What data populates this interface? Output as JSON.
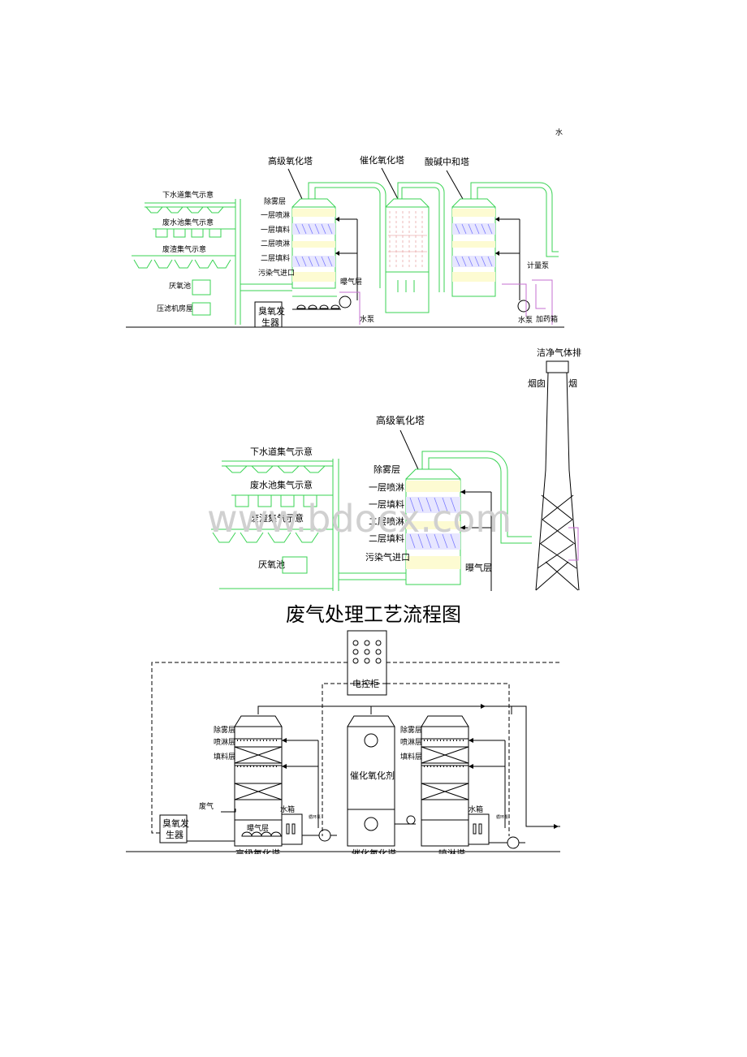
{
  "top": {
    "corner_mark": "水",
    "towers": [
      "高级氧化塔",
      "催化氧化塔",
      "酸碱中和塔"
    ],
    "collectors": [
      "下水道集气示意",
      "废水池集气示意",
      "废渣集气示意",
      "厌氧池",
      "压滤机房屋"
    ],
    "layers": [
      "除雾层",
      "一层喷淋",
      "一层填料",
      "二层喷淋",
      "二层填料",
      "污染气进口"
    ],
    "aeration": "曝气层",
    "ozone_generator": "臭氧发生器",
    "pump1": "水泵",
    "pump2": "水泵",
    "metering_pump": "计量泵",
    "dosing_tank": "加药箱"
  },
  "middle": {
    "clean_gas": "洁净气体排",
    "chimney1": "烟囱",
    "chimney2": "烟",
    "tower": "高级氧化塔",
    "collectors": [
      "下水道集气示意",
      "废水池集气示意",
      "废渣集气示意",
      "厌氧池"
    ],
    "layers": [
      "除雾层",
      "一层喷淋",
      "一层填料",
      "二层喷淋",
      "二层填料",
      "污染气进口"
    ],
    "aeration": "曝气层",
    "watermark": "www.bdocx.com"
  },
  "flow": {
    "title": "废气处理工艺流程图",
    "control_cabinet": "电控柜",
    "tower1_layers": [
      "除雾层",
      "喷淋层",
      "填料层"
    ],
    "tower3_layers": [
      "除雾层",
      "喷淋层",
      "填料层"
    ],
    "catalyst": "催化氧化剂",
    "waste_gas": "废气",
    "aeration": "曝气层",
    "ozone_generator_l1": "臭氧发",
    "ozone_generator_l2": "生器",
    "water_tank1": "水箱",
    "water_tank2": "水箱",
    "pump_tag1": "循环泵",
    "pump_tag2": "循环泵",
    "bottom_labels": [
      "高级氧化塔",
      "催化氧化塔",
      "喷淋塔"
    ]
  },
  "colors": {
    "green": "#39d353",
    "purple": "#c46fd1",
    "black": "#000000"
  }
}
